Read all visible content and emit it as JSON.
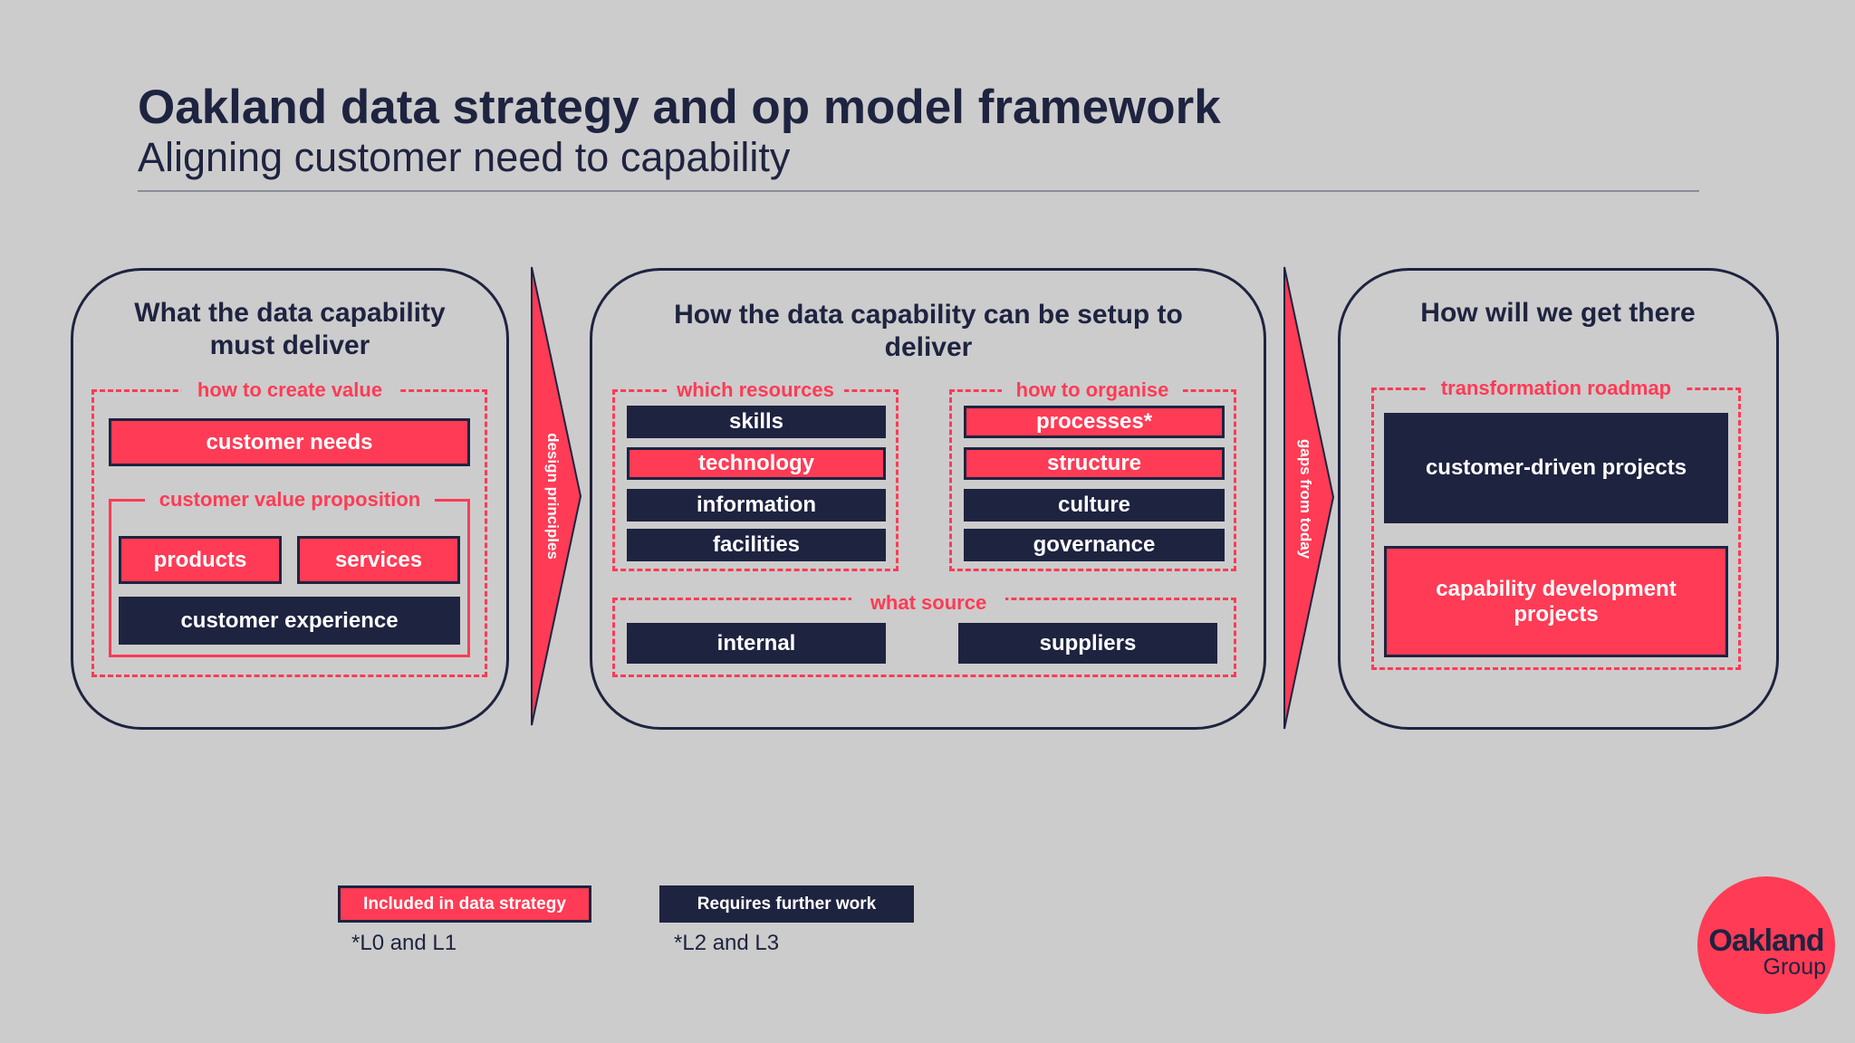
{
  "header": {
    "title": "Oakland data strategy and op model framework",
    "subtitle": "Aligning customer need to capability"
  },
  "panel1": {
    "title": "What the data capability must deliver",
    "group_label": "how to create value",
    "customer_needs": "customer needs",
    "subgroup_label": "customer value proposition",
    "products": "products",
    "services": "services",
    "customer_experience": "customer experience"
  },
  "arrow1": {
    "label": "design principles"
  },
  "panel2": {
    "title": "How the data capability can be setup to deliver",
    "resources_label": "which resources",
    "resources": [
      "skills",
      "technology",
      "information",
      "facilities"
    ],
    "organise_label": "how to organise",
    "organise": [
      "processes*",
      "structure",
      "culture",
      "governance"
    ],
    "source_label": "what source",
    "sources": [
      "internal",
      "suppliers"
    ]
  },
  "arrow2": {
    "label": "gaps from today"
  },
  "panel3": {
    "title": "How will we get there",
    "group_label": "transformation roadmap",
    "customer_projects": "customer-driven projects",
    "capability_projects": "capability development projects"
  },
  "legend": {
    "included": "Included in data strategy",
    "included_note": "*L0 and L1",
    "further": "Requires further work",
    "further_note": "*L2 and L3"
  },
  "logo": {
    "line1": "Oakland",
    "line2": "Group"
  },
  "colors": {
    "accent": "#ff3b55",
    "navy": "#1e2340",
    "background": "#cccccc"
  }
}
